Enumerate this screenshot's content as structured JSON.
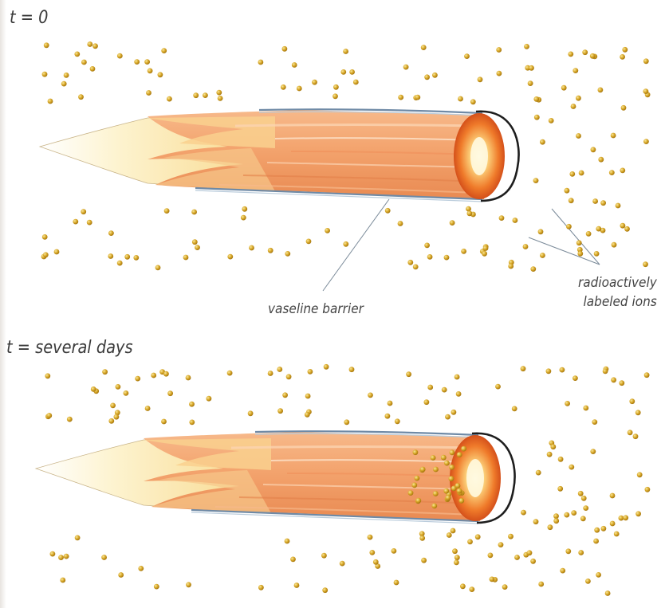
{
  "panels": {
    "top": {
      "time_label": "t = 0"
    },
    "bottom": {
      "time_label": "t = several days"
    }
  },
  "annotations": {
    "barrier": "vaseline barrier",
    "ions_line1": "radioactively",
    "ions_line2": "labeled ions"
  },
  "colors": {
    "ion": "#c99a1e",
    "ion_highlight": "#f4dc7a",
    "root_body": "#f2a06a",
    "root_tip": "#fbeab0",
    "root_cap": "#e8621e",
    "barrier_line": "#6f8aa6"
  }
}
